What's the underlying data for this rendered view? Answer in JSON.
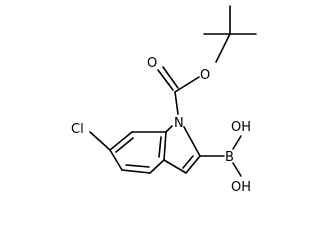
{
  "molecule": {
    "atoms": {
      "chlorine": "Cl",
      "nitrogen": "N",
      "ester_oxygen": "O",
      "carbonyl_oxygen": "O",
      "boron": "B",
      "hydroxyl_top": "OH",
      "hydroxyl_bottom": "OH"
    }
  }
}
